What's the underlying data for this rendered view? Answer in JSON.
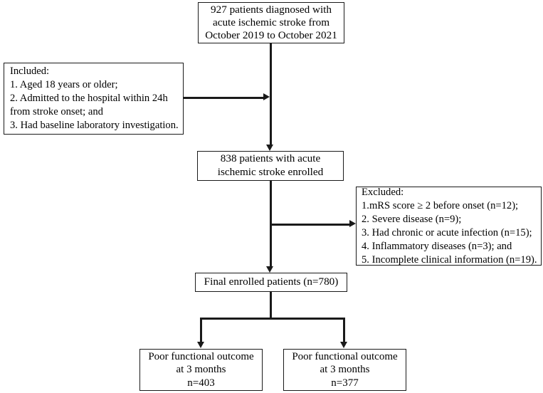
{
  "diagram": {
    "type": "patient-enrollment-flowchart",
    "nodes": {
      "top": {
        "lines": [
          "927 patients diagnosed with",
          "acute ischemic stroke from",
          "October 2019 to October 2021"
        ]
      },
      "included": {
        "lines": [
          "Included:",
          "1. Aged 18 years or older;",
          "2. Admitted to the hospital within 24h",
          "from stroke onset; and",
          "3. Had baseline laboratory investigation."
        ]
      },
      "enrolled": {
        "lines": [
          "838 patients with acute",
          "ischemic stroke enrolled"
        ]
      },
      "excluded": {
        "lines": [
          "Excluded:",
          "1.mRS score ≥ 2 before onset (n=12);",
          "2. Severe disease (n=9);",
          "3. Had chronic or acute infection (n=15);",
          "4. Inflammatory diseases (n=3); and",
          "5. Incomplete clinical information (n=19)."
        ]
      },
      "final": {
        "lines": [
          "Final enrolled patients (n=780)"
        ]
      },
      "outcome_left": {
        "lines": [
          "Poor functional outcome",
          "at 3 months",
          "n=403"
        ]
      },
      "outcome_right": {
        "lines": [
          "Poor functional outcome",
          "at 3 months",
          "n=377"
        ]
      }
    },
    "colors": {
      "stroke": "#1a1a1a",
      "background": "#ffffff",
      "text": "#000000"
    }
  }
}
